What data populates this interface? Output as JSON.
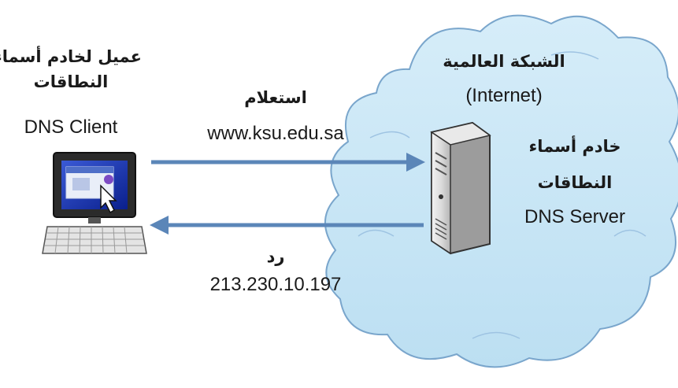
{
  "internet": {
    "label_ar": "الشبكة العالمية",
    "label_en": "(Internet)",
    "color": "#c4e3f5"
  },
  "client": {
    "label_ar_1": "عميل لخادم أسماء",
    "label_ar_2": "النطاقات",
    "label_en": "DNS Client",
    "icon": "computer-icon"
  },
  "server": {
    "label_ar_1": "خادم أسماء",
    "label_ar_2": "النطاقات",
    "label_en": "DNS Server",
    "icon": "server-tower-icon"
  },
  "query": {
    "label_ar": "استعلام",
    "value": "www.ksu.edu.sa"
  },
  "response": {
    "label_ar": "رد",
    "value": "213.230.10.197"
  },
  "colors": {
    "arrow": "#5b86b8",
    "cloud_fill": "#c4e3f5",
    "cloud_stroke": "#7aa6cc"
  }
}
